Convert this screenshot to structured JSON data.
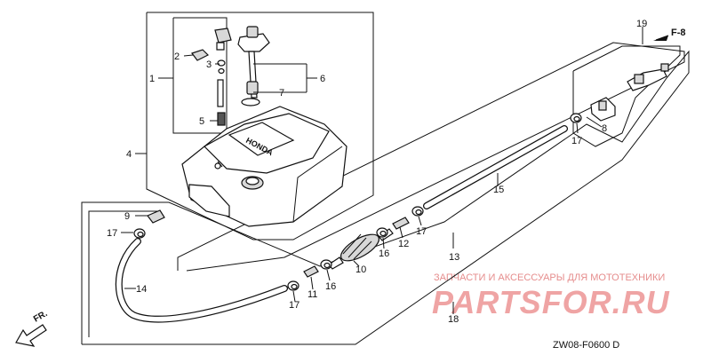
{
  "callouts": [
    "1",
    "2",
    "3",
    "4",
    "5",
    "6",
    "7",
    "8",
    "9",
    "10",
    "11",
    "12",
    "13",
    "14",
    "15",
    "16",
    "16",
    "17",
    "17",
    "17",
    "17",
    "17",
    "18",
    "19"
  ],
  "ref_label": "F-8",
  "direction_label": "FR.",
  "diagram_code": "ZW08-F0600 D",
  "watermark": {
    "tagline": "ЗАПЧАСТИ И АКСЕССУАРЫ ДЛЯ МОТОТЕХНИКИ",
    "brand": "PARTSFOR.RU"
  },
  "tank_logo": "HONDA"
}
